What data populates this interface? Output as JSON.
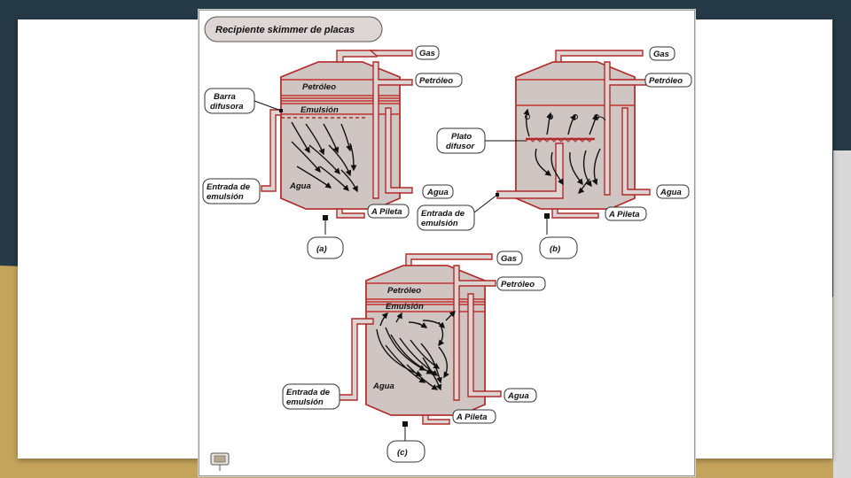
{
  "title": "Recipiente skimmer de placas",
  "labels": {
    "gas": "Gas",
    "petroleo": "Petróleo",
    "agua": "Agua",
    "a_pileta": "A Pileta",
    "entrada_l1": "Entrada de",
    "entrada_l2": "emulsión",
    "barra_l1": "Barra",
    "barra_l2": "difusora",
    "plato_l1": "Plato",
    "plato_l2": "difusor"
  },
  "inside": {
    "petroleo": "Petróleo",
    "emulsion": "Emulsión",
    "agua": "Agua"
  },
  "captions": {
    "a": "(a)",
    "b": "(b)",
    "c": "(c)"
  },
  "colors": {
    "tank_stroke": "#b22a2a",
    "tank_fill": "#cfc6c4",
    "slide_navy": "#263946",
    "slide_gold": "#c4a35c"
  },
  "icons": {
    "corner": "presentation-icon"
  }
}
